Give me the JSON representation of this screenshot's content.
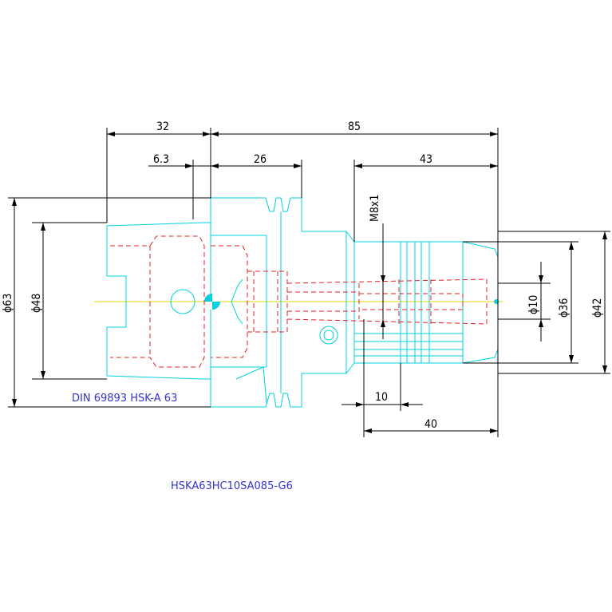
{
  "drawing": {
    "part_number": "HSKA63HC10SA085-G6",
    "standard_label": "DIN 69893 HSK-A 63",
    "colors": {
      "outline": "#00d0e0",
      "hidden": "#e02020",
      "dimension": "#000000",
      "centerline": "#e8d000",
      "caption": "#3333cc"
    },
    "dimensions": {
      "flange_length": "32",
      "overall_length": "85",
      "shank_offset": "6.3",
      "flange_to_groove": "26",
      "body_length": "43",
      "thread": "M8x1",
      "dia_63": "ϕ63",
      "dia_48": "ϕ48",
      "dia_10": "ϕ10",
      "dia_36": "ϕ36",
      "dia_42": "ϕ42",
      "slot_width": "10",
      "clamp_length": "40"
    }
  }
}
